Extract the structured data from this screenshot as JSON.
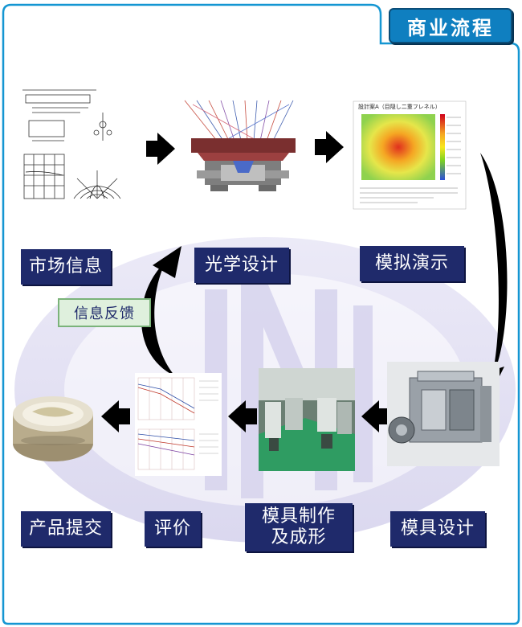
{
  "header": {
    "title": "商业流程"
  },
  "steps": {
    "market_info": "市场信息",
    "optical_design": "光学设计",
    "simulation": "模拟演示",
    "mold_design": "模具设计",
    "mold_making_line1": "模具制作",
    "mold_making_line2": "及成形",
    "evaluation": "评价",
    "product_delivery": "产品提交"
  },
  "feedback": {
    "label": "信息反馈"
  },
  "simulation_figure": {
    "title": "設計案A（目隠し二重フレネル）"
  },
  "colors": {
    "label_bg": "#1f2a6b",
    "title_bg": "#0f7fc0",
    "frame_border": "#1496d2",
    "background_oval": "#dcdaf0",
    "feedback_bg": "#dff0dd"
  }
}
